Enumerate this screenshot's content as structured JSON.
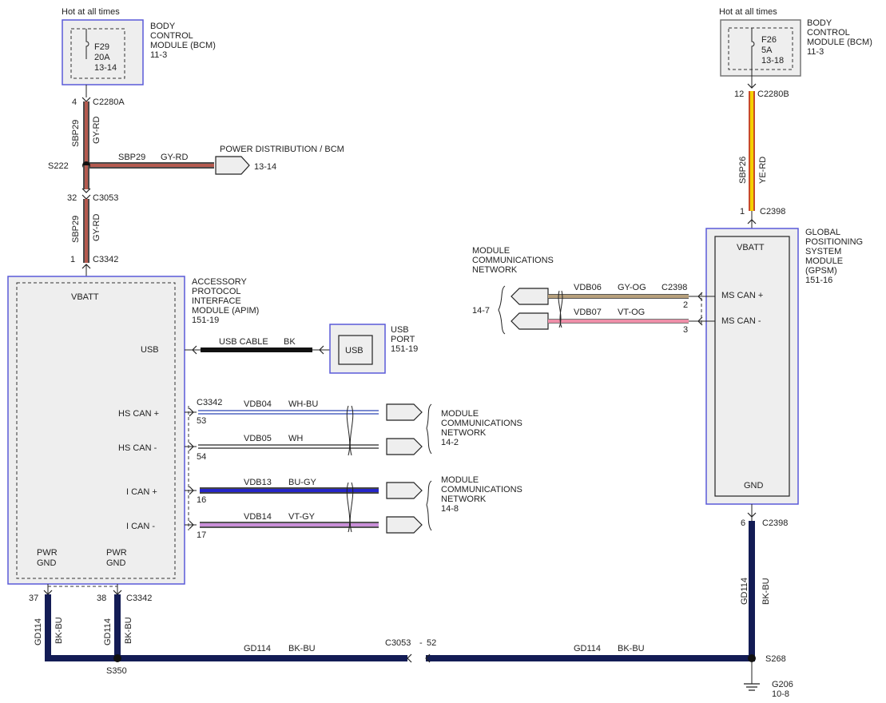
{
  "colors": {
    "gy_rd_fill": "#b55a4f",
    "gy_rd_edge": "#4a4a4a",
    "ye_rd_fill": "#f5d000",
    "ye_rd_edge": "#c84a2a",
    "gy_og_fill": "#b7a07c",
    "gy_og_edge": "#555555",
    "vt_og_fill": "#ee8fa8",
    "vt_og_edge": "#777777",
    "wh_bu_fill": "#ffffff",
    "wh_bu_edge": "#7a8ad0",
    "wh_fill": "#ffffff",
    "wh_edge": "#777777",
    "bu_gy_fill": "#2525c8",
    "bu_gy_edge": "#444444",
    "vt_gy_fill": "#c98ed8",
    "vt_gy_edge": "#555555",
    "bk_bu_fill": "#131c55",
    "bk_fill": "#111111",
    "module_border": "#5a5ad8"
  },
  "bcm_left": {
    "hot": "Hot at all times",
    "fuse": "F29",
    "rating": "20A",
    "ref": "13-14",
    "name": [
      "BODY",
      "CONTROL",
      "MODULE (BCM)",
      "11-3"
    ],
    "pin": "4",
    "connector": "C2280A"
  },
  "bcm_right": {
    "hot": "Hot at all times",
    "fuse": "F26",
    "rating": "5A",
    "ref": "13-18",
    "name": [
      "BODY",
      "CONTROL",
      "MODULE (BCM)",
      "11-3"
    ],
    "pin": "12",
    "connector": "C2280B"
  },
  "apim_feed": {
    "circuit": "SBP29",
    "color": "GY-RD",
    "splice": "S222",
    "branch_circuit": "SBP29",
    "branch_color": "GY-RD",
    "power_dist": "POWER DISTRIBUTION / BCM",
    "power_dist_ref": "13-14",
    "inline_pin": "32",
    "inline_connector": "C3053",
    "apim_pin": "1",
    "apim_connector": "C3342"
  },
  "apim": {
    "name": [
      "ACCESSORY",
      "PROTOCOL",
      "INTERFACE",
      "MODULE (APIM)",
      "151-19"
    ],
    "vbatt": "VBATT",
    "usb": "USB",
    "hs_can_plus": "HS CAN +",
    "hs_can_minus": "HS CAN -",
    "i_can_plus": "I CAN +",
    "i_can_minus": "I CAN -",
    "pwr_gnd_1": [
      "PWR",
      "GND"
    ],
    "pwr_gnd_2": [
      "PWR",
      "GND"
    ]
  },
  "usb_port": {
    "cable_label": "USB CABLE",
    "cable_color": "BK",
    "box_label": "USB",
    "name": [
      "USB",
      "PORT",
      "151-19"
    ]
  },
  "apim_can": {
    "connector": "C3342",
    "wires": [
      {
        "circuit": "VDB04",
        "color": "WH-BU",
        "pin": "53"
      },
      {
        "circuit": "VDB05",
        "color": "WH",
        "pin": "54"
      },
      {
        "circuit": "VDB13",
        "color": "BU-GY",
        "pin": "16"
      },
      {
        "circuit": "VDB14",
        "color": "VT-GY",
        "pin": "17"
      }
    ],
    "mcn_hs": [
      "MODULE",
      "COMMUNICATIONS",
      "NETWORK",
      "14-2"
    ],
    "mcn_i": [
      "MODULE",
      "COMMUNICATIONS",
      "NETWORK",
      "14-8"
    ]
  },
  "gpsm_feed": {
    "circuit": "SBP26",
    "color": "YE-RD",
    "pin": "1",
    "connector": "C2398"
  },
  "gpsm": {
    "name": [
      "GLOBAL",
      "POSITIONING",
      "SYSTEM",
      "MODULE",
      "(GPSM)",
      "151-16"
    ],
    "vbatt": "VBATT",
    "ms_can_plus": "MS CAN +",
    "ms_can_minus": "MS CAN -",
    "gnd": "GND"
  },
  "gpsm_can": {
    "connector": "C2398",
    "mcn": [
      "MODULE",
      "COMMUNICATIONS",
      "NETWORK"
    ],
    "mcn_ref": "14-7",
    "wires": [
      {
        "circuit": "VDB06",
        "color": "GY-OG",
        "pin": "2"
      },
      {
        "circuit": "VDB07",
        "color": "VT-OG",
        "pin": "3"
      }
    ]
  },
  "ground": {
    "apim_pin_1": "37",
    "apim_pin_2": "38",
    "apim_connector": "C3342",
    "circuit": "GD114",
    "color": "BK-BU",
    "splice_left": "S350",
    "inline": "C3053",
    "inline_sep": "-",
    "inline_pin": "52",
    "gpsm_pin": "6",
    "gpsm_connector": "C2398",
    "splice_right": "S268",
    "ground": "G206",
    "ground_ref": "10-8"
  }
}
